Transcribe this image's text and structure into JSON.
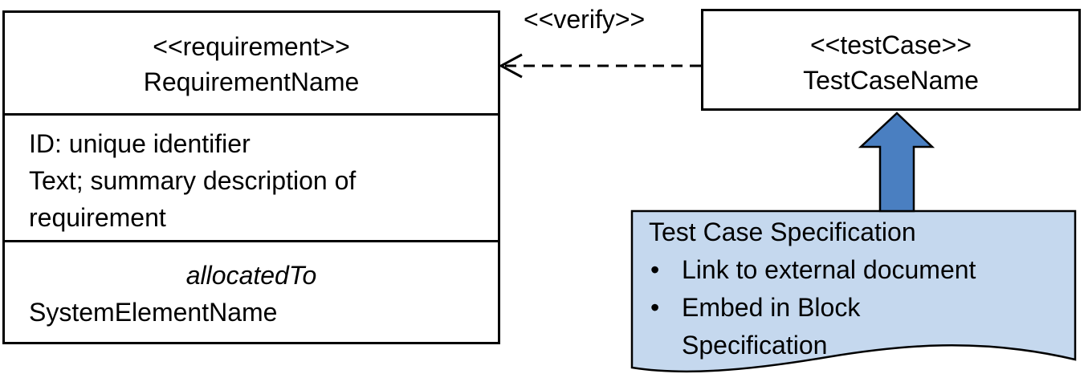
{
  "requirement": {
    "stereotype": "<<requirement>>",
    "name": "RequirementName",
    "attributes": [
      "ID: unique identifier",
      "Text; summary description of",
      "requirement"
    ],
    "allocation_keyword": "allocatedTo",
    "allocation_target": "SystemElementName"
  },
  "test_case": {
    "stereotype": "<<testCase>>",
    "name": "TestCaseName"
  },
  "verify_relation": {
    "label": "<<verify>>"
  },
  "spec_note": {
    "title": "Test Case Specification",
    "bullet_glyph": "•",
    "items": [
      "Link to external document",
      "Embed in Block",
      "Specification"
    ],
    "fill_color": "#c5d8ee",
    "arrow_color": "#4a7fc1"
  }
}
